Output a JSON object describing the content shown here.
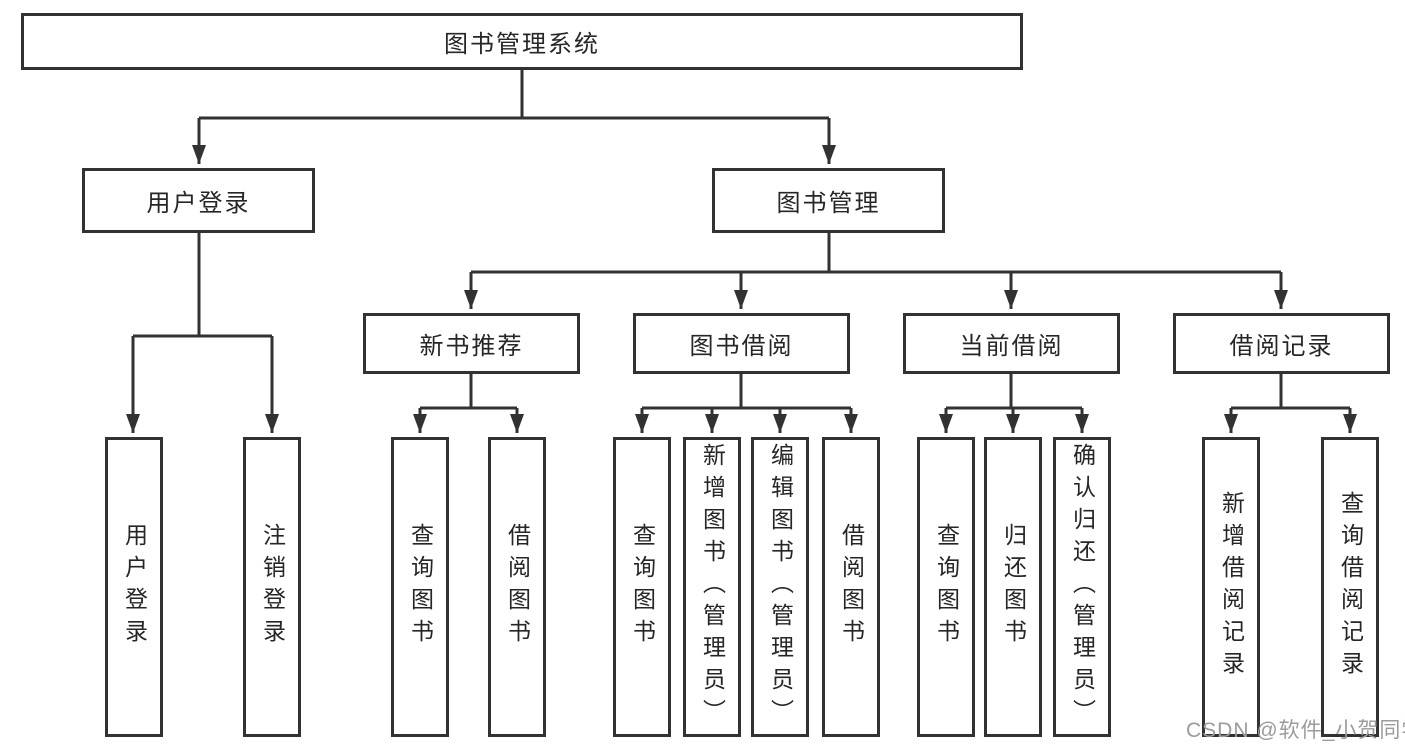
{
  "diagram_title": "图书管理系统",
  "colors": {
    "line": "#323232",
    "text": "#262626",
    "background": "#ffffff",
    "watermark_text": "#9b9b9e"
  },
  "tree": {
    "root": {
      "label": "图书管理系统"
    },
    "branches": [
      {
        "label": "用户登录",
        "children": [
          "用户登录",
          "注销登录"
        ]
      },
      {
        "label": "图书管理",
        "sections": [
          {
            "label": "新书推荐",
            "children": [
              "查询图书",
              "借阅图书"
            ]
          },
          {
            "label": "图书借阅",
            "children": [
              "查询图书",
              "新增图书（管理员）",
              "编辑图书（管理员）",
              "借阅图书"
            ]
          },
          {
            "label": "当前借阅",
            "children": [
              "查询图书",
              "归还图书",
              "确认归还（管理员）"
            ]
          },
          {
            "label": "借阅记录",
            "children": [
              "新增借阅记录",
              "查询借阅记录"
            ]
          }
        ]
      }
    ]
  },
  "watermark": {
    "text": "CSDN @软件_小贺同学"
  }
}
